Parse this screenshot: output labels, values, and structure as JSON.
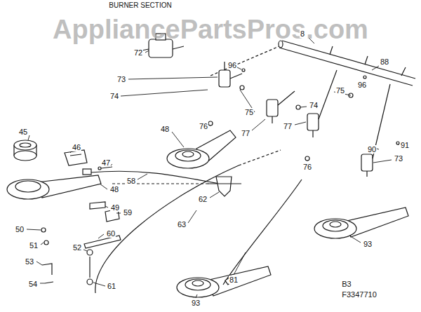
{
  "diagram": {
    "title": "BURNER SECTION",
    "labels": [
      "AppliancePartsPros.com",
      "8",
      "72",
      "88",
      "96",
      "73",
      "74",
      "75",
      "96",
      "75",
      "74",
      "76",
      "77",
      "77",
      "76",
      "91",
      "90",
      "73",
      "48",
      "45",
      "46",
      "47",
      "58",
      "48",
      "49",
      "62",
      "59",
      "63",
      "60",
      "50",
      "51",
      "52",
      "53",
      "54",
      "61",
      "81",
      "93",
      "93",
      "B3",
      "F3347710"
    ]
  }
}
